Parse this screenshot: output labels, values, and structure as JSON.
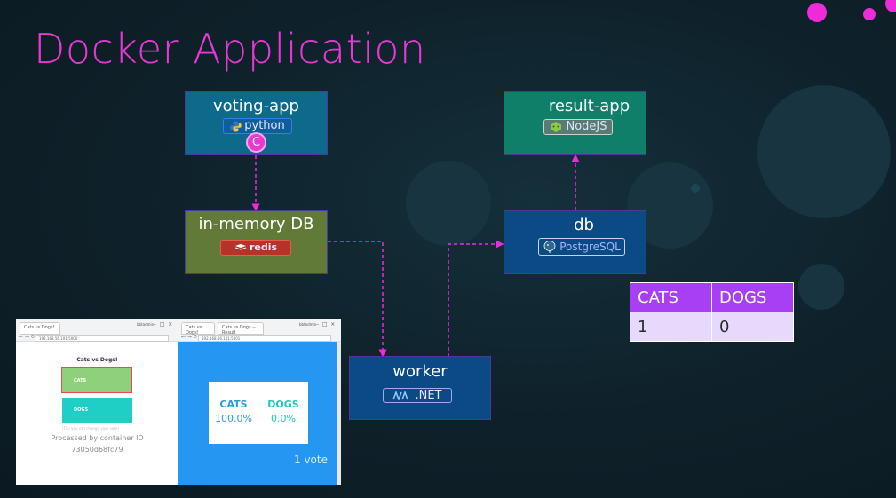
{
  "title": "Docker Application",
  "nodes": {
    "voting_app": {
      "label": "voting-app",
      "badge": "python",
      "marker": "C"
    },
    "in_memory_db": {
      "label": "in-memory DB",
      "badge": "redis"
    },
    "worker": {
      "label": "worker",
      "badge": ".NET"
    },
    "db": {
      "label": "db",
      "badge": "PostgreSQL"
    },
    "result_app": {
      "label": "result-app",
      "badge": "NodeJS"
    }
  },
  "vote_table": {
    "headers": [
      "CATS",
      "DOGS"
    ],
    "row": [
      "1",
      "0"
    ]
  },
  "voting_browser": {
    "tab_title": "Cats vs Dogs!",
    "url": "192.168.56.101:5000",
    "heading": "Cats vs Dogs!",
    "option_a": "CATS",
    "option_b": "DOGS",
    "hint": "(Tip: you can change your vote)",
    "processed": "Processed by container ID",
    "container_id": "73050d68fc79",
    "window_user": "bbtadmin"
  },
  "result_browser": {
    "tab_1": "Cats vs Dogs!",
    "tab_2": "Cats vs Dogs -- Result",
    "url": "192.168.56.101:5001",
    "cats_label": "CATS",
    "cats_pct": "100.0%",
    "dogs_label": "DOGS",
    "dogs_pct": "0.0%",
    "votes": "1 vote",
    "window_user": "bbtadmin"
  },
  "colors": {
    "title": "#e838d2",
    "connector": "#ee2bd8",
    "voting_app": "#0e6a8a",
    "in_memory_db": "#617a37",
    "worker": "#0c4a86",
    "db": "#0c4a86",
    "result_app": "#0f7f6a",
    "table_header": "#a93ff4",
    "table_row": "#e6d9fb"
  }
}
